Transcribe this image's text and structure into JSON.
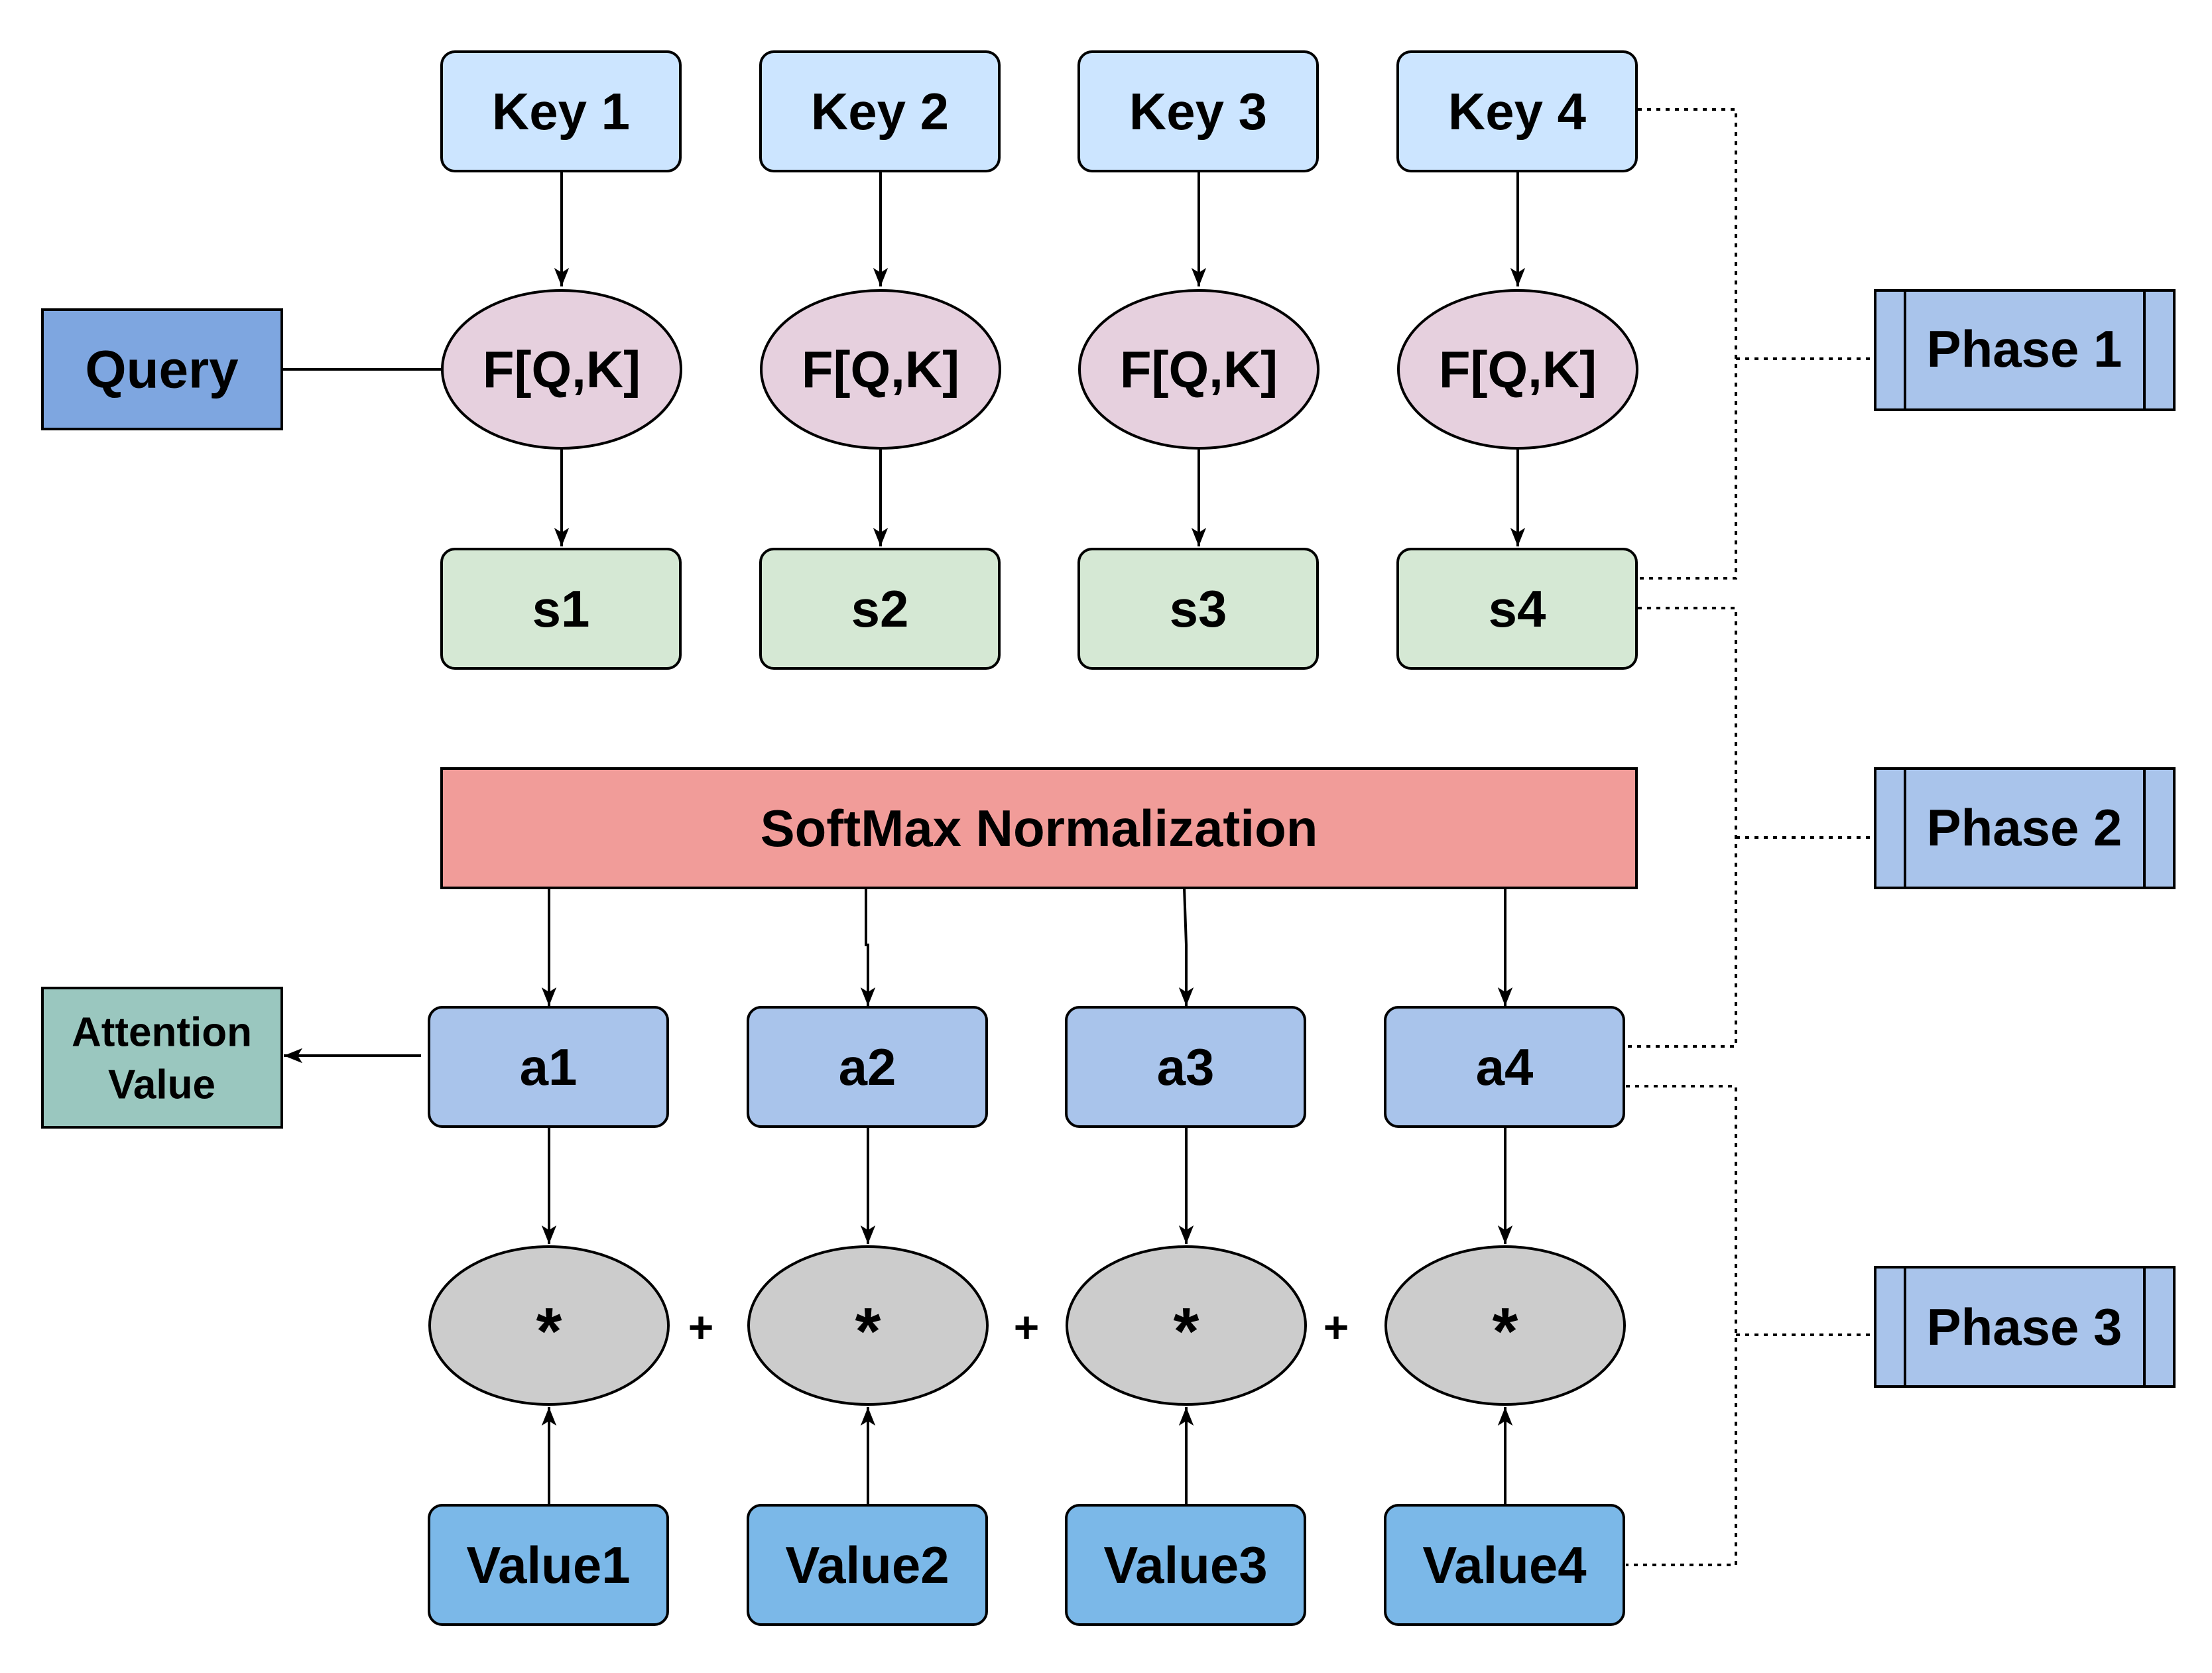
{
  "query": {
    "label": "Query",
    "fill": "#7EA6E0"
  },
  "keys": [
    {
      "label": "Key 1"
    },
    {
      "label": "Key 2"
    },
    {
      "label": "Key 3"
    },
    {
      "label": "Key 4"
    }
  ],
  "score_fn": {
    "label": "F[Q,K]",
    "fill": "#E6D0DE"
  },
  "scores": [
    {
      "label": "s1"
    },
    {
      "label": "s2"
    },
    {
      "label": "s3"
    },
    {
      "label": "s4"
    }
  ],
  "softmax": {
    "label": "SoftMax Normalization",
    "fill": "#F19C99"
  },
  "weights": [
    {
      "label": "a1"
    },
    {
      "label": "a2"
    },
    {
      "label": "a3"
    },
    {
      "label": "a4"
    }
  ],
  "multiply": {
    "label": "*",
    "fill": "#CCCCCC"
  },
  "plus_label": "+",
  "values": [
    {
      "label": "Value1"
    },
    {
      "label": "Value2"
    },
    {
      "label": "Value3"
    },
    {
      "label": "Value4"
    }
  ],
  "attention": {
    "line1": "Attention",
    "line2": "Value",
    "fill": "#9AC7BF"
  },
  "phases": [
    {
      "label": "Phase 1"
    },
    {
      "label": "Phase 2"
    },
    {
      "label": "Phase 3"
    }
  ],
  "colors": {
    "key_fill": "#CCE5FF",
    "score_fill": "#D5E8D4",
    "weight_fill": "#A9C4EB",
    "value_fill": "#7BB8E8",
    "phase_fill": "#A9C4EB",
    "stroke": "#000000"
  }
}
